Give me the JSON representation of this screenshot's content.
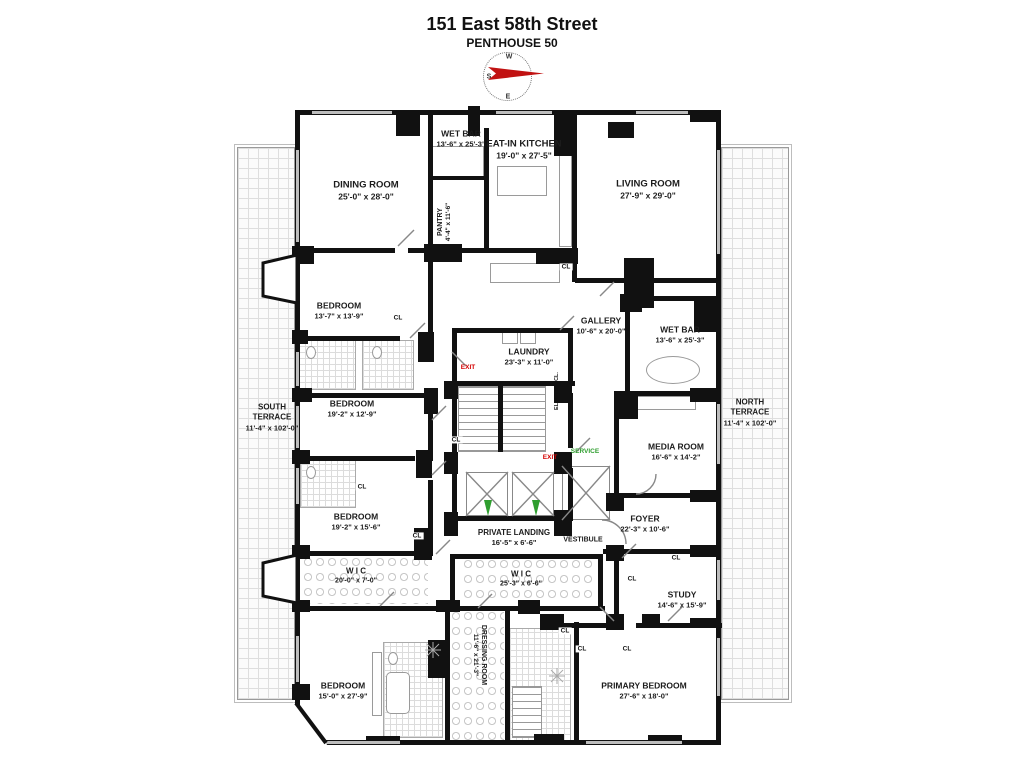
{
  "header": {
    "title": "151 East 58th Street",
    "subtitle": "PENTHOUSE 50"
  },
  "compass": {
    "west": "W",
    "south": "S",
    "east": "E"
  },
  "colors": {
    "exit": "#d40000",
    "service": "#2f9e2f",
    "arrow": "#c11212",
    "wall": "#111111"
  },
  "rooms": [
    {
      "name": "WET BAR",
      "dims": "13'-6\" x 25'-3\""
    },
    {
      "name": "EAT-IN KITCHEN",
      "dims": "19'-0\" x 27'-5\""
    },
    {
      "name": "DINING ROOM",
      "dims": "25'-0\" x 28'-0\""
    },
    {
      "name": "LIVING ROOM",
      "dims": "27'-9\" x 29'-0\""
    },
    {
      "name": "PANTRY",
      "dims": "4'-4\" x 11'-6\""
    },
    {
      "name": "BEDROOM",
      "dims": "13'-7\" x 13'-9\""
    },
    {
      "name": "GALLERY",
      "dims": "10'-6\" x 20'-0\""
    },
    {
      "name": "WET BAR",
      "dims": "13'-6\" x 25'-3\""
    },
    {
      "name": "LAUNDRY",
      "dims": "23'-3\" x 11'-0\""
    },
    {
      "name": "SOUTH TERRACE",
      "dims": "11'-4\" x 102'-0\""
    },
    {
      "name": "NORTH TERRACE",
      "dims": "11'-4\" x 102'-0\""
    },
    {
      "name": "BEDROOM",
      "dims": "19'-2\" x 12'-9\""
    },
    {
      "name": "MEDIA ROOM",
      "dims": "16'-6\" x 14'-2\""
    },
    {
      "name": "BEDROOM",
      "dims": "19'-2\" x 15'-6\""
    },
    {
      "name": "FOYER",
      "dims": "22'-3\" x 10'-6\""
    },
    {
      "name": "PRIVATE LANDING",
      "dims": "16'-5\" x 6'-6\""
    },
    {
      "name": "VESTIBULE",
      "dims": ""
    },
    {
      "name": "W I C",
      "dims": "20'-0\" x 7'-0\""
    },
    {
      "name": "W I C",
      "dims": "25'-3\" x 6'-6\""
    },
    {
      "name": "STUDY",
      "dims": "14'-6\" x 15'-9\""
    },
    {
      "name": "DRESSING ROOM",
      "dims": "11'-6\" x 21'-3\""
    },
    {
      "name": "BEDROOM",
      "dims": "15'-0\" x 27'-9\""
    },
    {
      "name": "PRIMARY BEDROOM",
      "dims": "27'-6\" x 18'-0\""
    }
  ],
  "labels": {
    "cl": "CL",
    "electric_cl": "ELECTRIC CL.",
    "exit": "EXIT",
    "service": "SERVICE"
  }
}
